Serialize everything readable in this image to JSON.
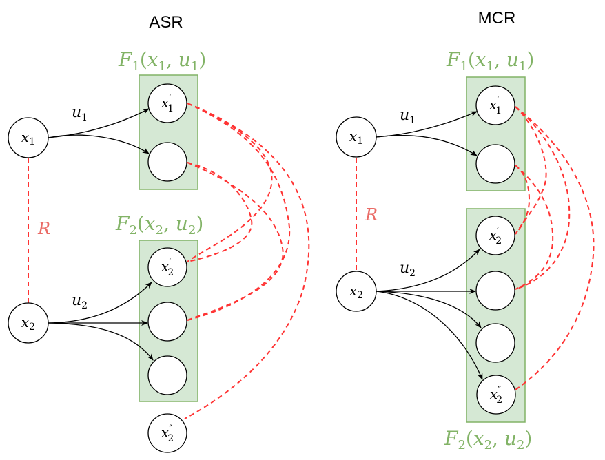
{
  "panels": [
    {
      "id": "asr",
      "title": "ASR",
      "group1": {
        "label_main": "F",
        "label_sub": "1",
        "label_args_x": "x",
        "label_args_x_sub": "1",
        "label_args_u": "u",
        "label_args_u_sub": "1"
      },
      "group2": {
        "label_main": "F",
        "label_sub": "2",
        "label_args_x": "x",
        "label_args_x_sub": "2",
        "label_args_u": "u",
        "label_args_u_sub": "2"
      },
      "source1": {
        "var": "x",
        "sub": "1"
      },
      "source2": {
        "var": "x",
        "sub": "2"
      },
      "edge1_label": {
        "var": "u",
        "sub": "1"
      },
      "edge2_label": {
        "var": "u",
        "sub": "2"
      },
      "relation_label": "R",
      "group1_nodes": [
        {
          "var": "x",
          "sub": "1",
          "prime": "′"
        },
        {
          "var": "",
          "sub": "",
          "prime": ""
        }
      ],
      "group2_nodes": [
        {
          "var": "x",
          "sub": "2",
          "prime": "′"
        },
        {
          "var": "",
          "sub": "",
          "prime": ""
        },
        {
          "var": "",
          "sub": "",
          "prime": ""
        }
      ],
      "outside_node": {
        "var": "x",
        "sub": "2",
        "prime": "″"
      }
    },
    {
      "id": "mcr",
      "title": "MCR",
      "group1": {
        "label_main": "F",
        "label_sub": "1",
        "label_args_x": "x",
        "label_args_x_sub": "1",
        "label_args_u": "u",
        "label_args_u_sub": "1"
      },
      "group2": {
        "label_main": "F",
        "label_sub": "2",
        "label_args_x": "x",
        "label_args_x_sub": "2",
        "label_args_u": "u",
        "label_args_u_sub": "2"
      },
      "source1": {
        "var": "x",
        "sub": "1"
      },
      "source2": {
        "var": "x",
        "sub": "2"
      },
      "edge1_label": {
        "var": "u",
        "sub": "1"
      },
      "edge2_label": {
        "var": "u",
        "sub": "2"
      },
      "relation_label": "R",
      "group1_nodes": [
        {
          "var": "x",
          "sub": "1",
          "prime": "′"
        },
        {
          "var": "",
          "sub": "",
          "prime": ""
        }
      ],
      "group2_nodes": [
        {
          "var": "x",
          "sub": "2",
          "prime": "′"
        },
        {
          "var": "",
          "sub": "",
          "prime": ""
        },
        {
          "var": "",
          "sub": "",
          "prime": ""
        },
        {
          "var": "x",
          "sub": "2",
          "prime": "″"
        }
      ]
    }
  ],
  "colors": {
    "group_fill": "#d5e8d4",
    "group_stroke": "#82b366",
    "relation": "#ff3333",
    "relation_label": "#ea6b66"
  }
}
